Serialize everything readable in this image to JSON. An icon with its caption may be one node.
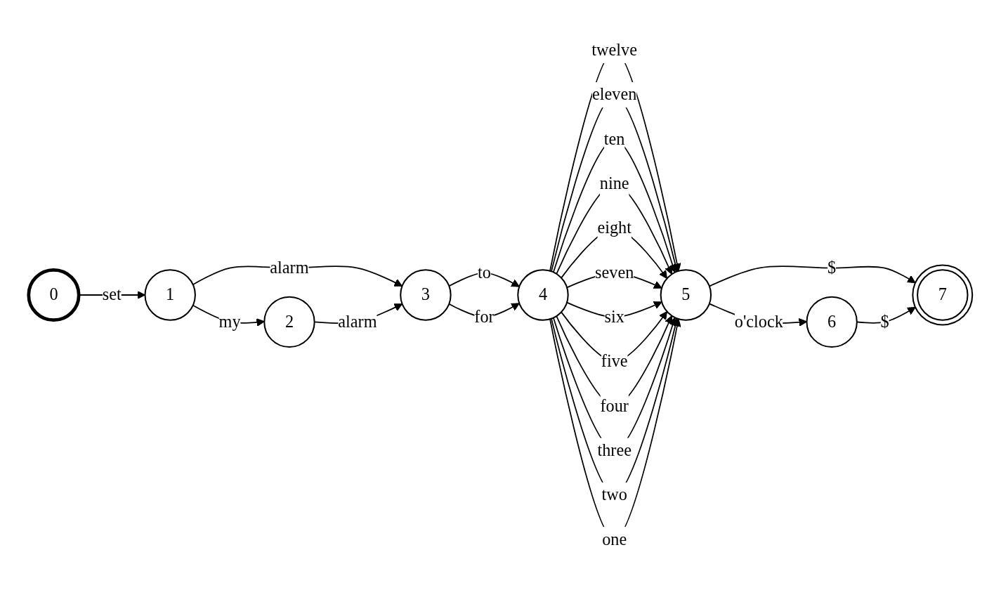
{
  "diagram": {
    "nodes": [
      {
        "text": [
          "0"
        ]
      },
      {
        "text": [
          "1"
        ]
      },
      {
        "text": [
          "2"
        ]
      },
      {
        "text": [
          "3"
        ]
      },
      {
        "text": [
          "4"
        ]
      },
      {
        "text": [
          "5"
        ]
      },
      {
        "text": [
          "6"
        ]
      },
      {
        "text": [
          "7"
        ]
      }
    ],
    "edges": [
      {
        "from": 0,
        "to": 1,
        "arrow": "to",
        "label": "set"
      },
      {
        "from": 1,
        "to": 3,
        "arrow": "to",
        "label": "alarm"
      },
      {
        "from": 1,
        "to": 2,
        "arrow": "to",
        "label": "my"
      },
      {
        "from": 2,
        "to": 3,
        "arrow": "to",
        "label": "alarm"
      },
      {
        "from": 3,
        "to": 4,
        "arrow": "to",
        "label": "to"
      },
      {
        "from": 3,
        "to": 4,
        "arrow": "to",
        "label": "for"
      },
      {
        "from": 4,
        "to": 5,
        "arrow": "to",
        "label": "twelve"
      },
      {
        "from": 4,
        "to": 5,
        "arrow": "to",
        "label": "eleven"
      },
      {
        "from": 4,
        "to": 5,
        "arrow": "to",
        "label": "ten"
      },
      {
        "from": 4,
        "to": 5,
        "arrow": "to",
        "label": "nine"
      },
      {
        "from": 4,
        "to": 5,
        "arrow": "to",
        "label": "eight"
      },
      {
        "from": 4,
        "to": 5,
        "arrow": "to",
        "label": "seven"
      },
      {
        "from": 4,
        "to": 5,
        "arrow": "to",
        "label": "six"
      },
      {
        "from": 4,
        "to": 5,
        "arrow": "to",
        "label": "five"
      },
      {
        "from": 4,
        "to": 5,
        "arrow": "to",
        "label": "four"
      },
      {
        "from": 4,
        "to": 5,
        "arrow": "to",
        "label": "three"
      },
      {
        "from": 4,
        "to": 5,
        "arrow": "to",
        "label": "two"
      },
      {
        "from": 4,
        "to": 5,
        "arrow": "to",
        "label": "one"
      },
      {
        "from": 5,
        "to": 7,
        "arrow": "to",
        "label": "$"
      },
      {
        "from": 5,
        "to": 6,
        "arrow": "to",
        "label": "o'clock"
      },
      {
        "from": 6,
        "to": 7,
        "arrow": "to",
        "label": "$"
      }
    ]
  }
}
